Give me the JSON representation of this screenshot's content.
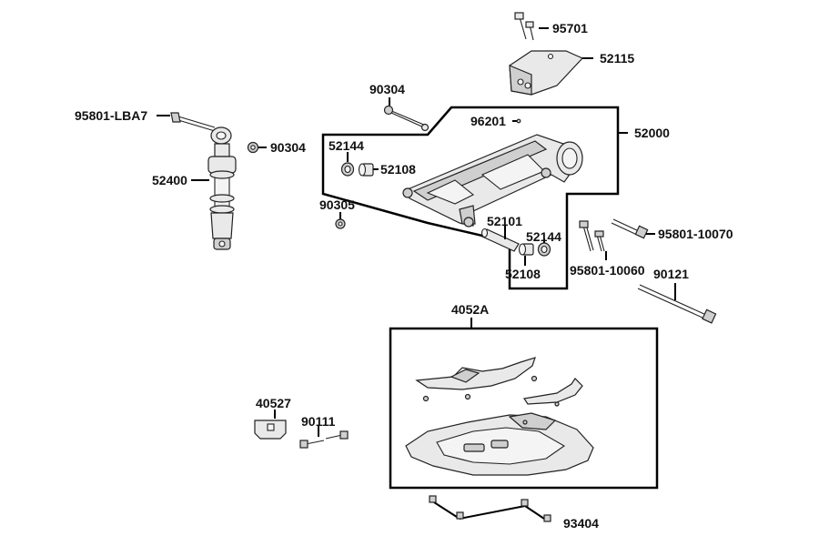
{
  "labels": {
    "p95701": "95701",
    "p52115": "52115",
    "p90304_top": "90304",
    "p96201": "96201",
    "p52000": "52000",
    "p95801_lba7": "95801-LBA7",
    "p90304_shock": "90304",
    "p52144_left": "52144",
    "p52108_left": "52108",
    "p52400": "52400",
    "p90305": "90305",
    "p52101": "52101",
    "p52144_right": "52144",
    "p52108_right": "52108",
    "p95801_10070": "95801-10070",
    "p95801_10060": "95801-10060",
    "p90121": "90121",
    "p4052a": "4052A",
    "p40527": "40527",
    "p90111": "90111",
    "p93404": "93404"
  }
}
